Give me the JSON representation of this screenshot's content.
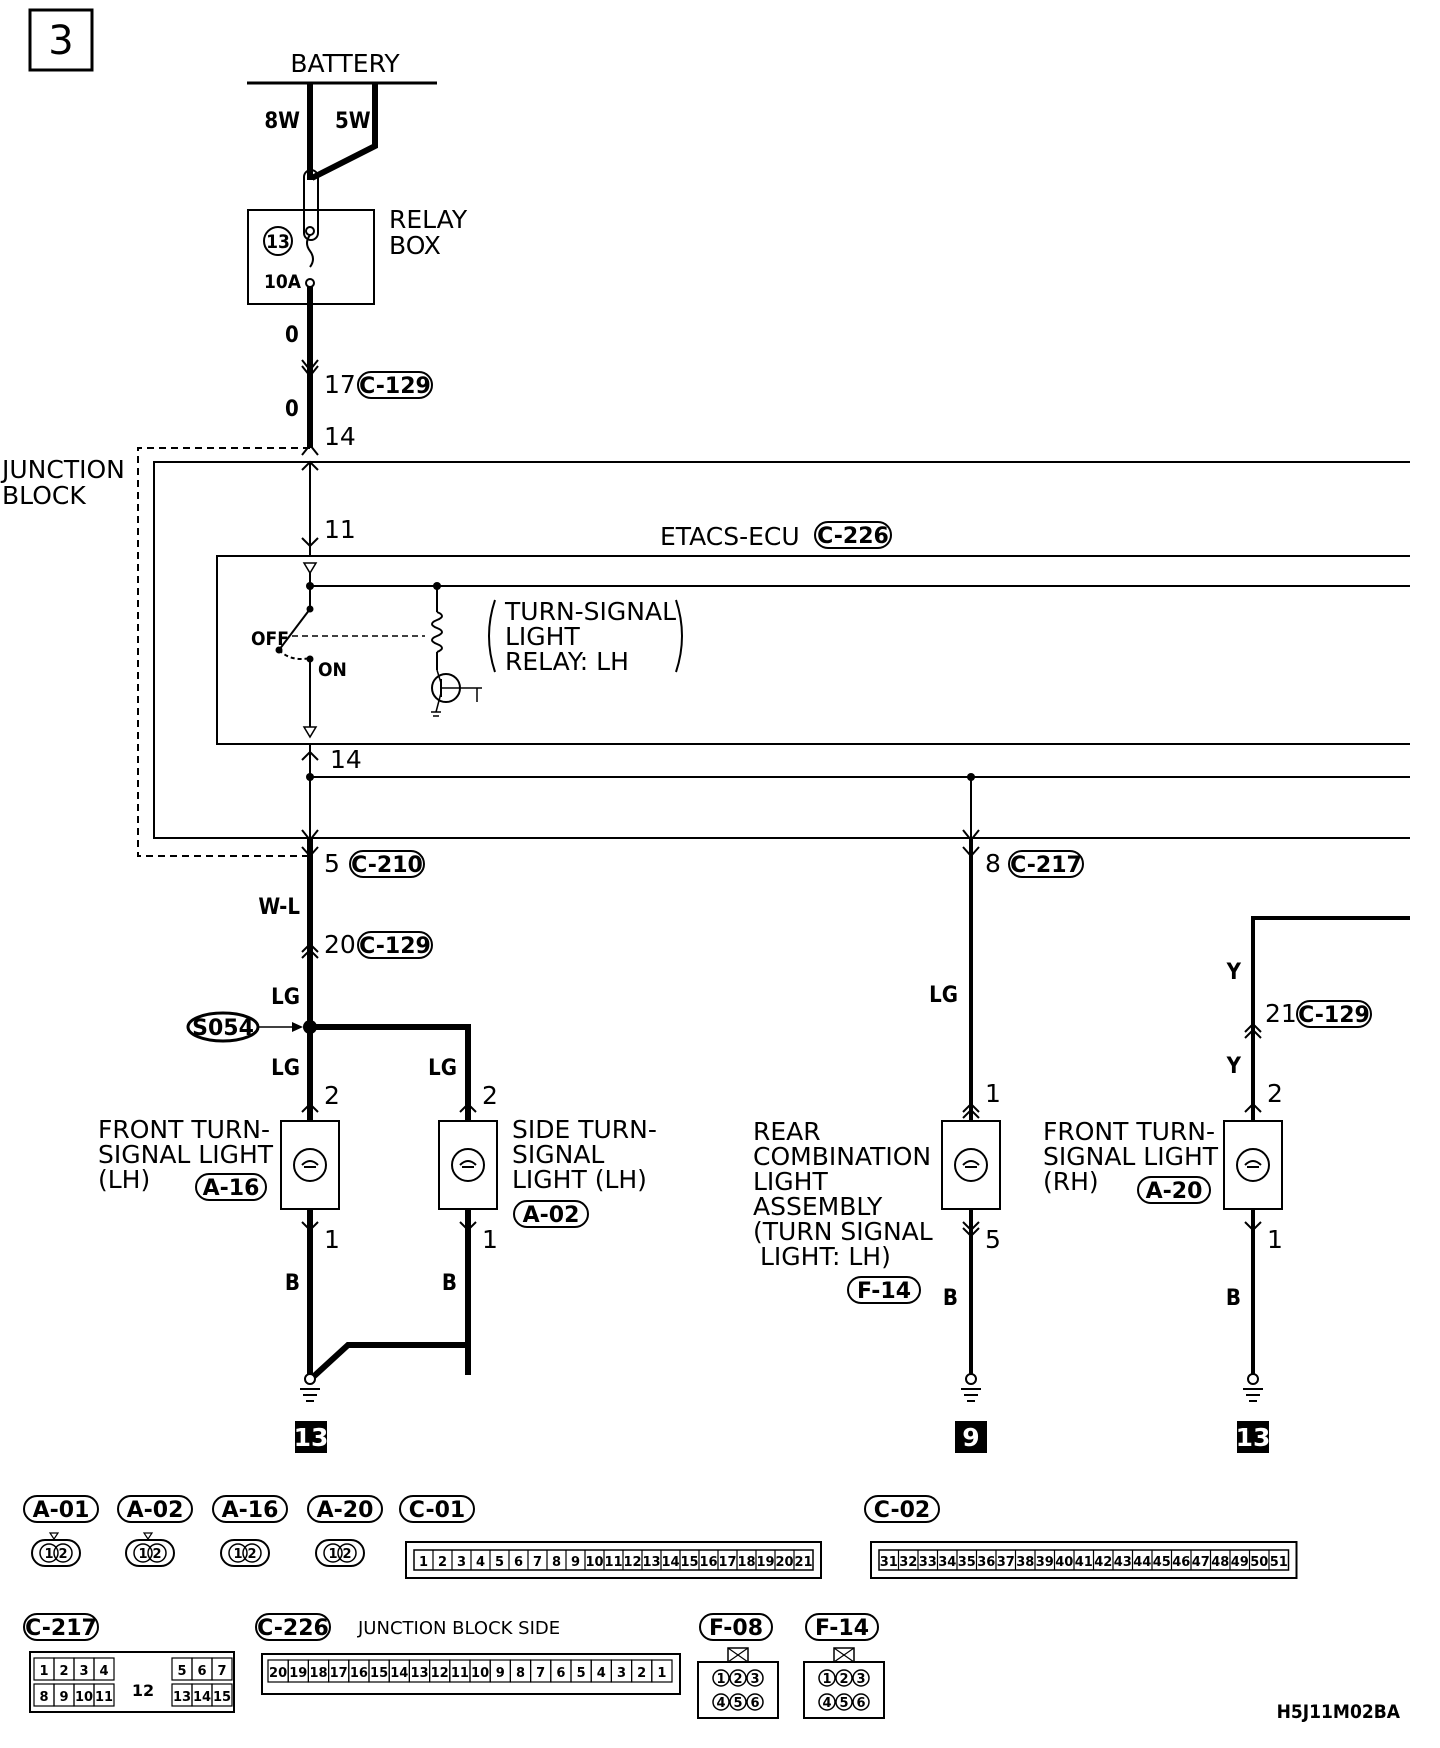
{
  "page_number": "3",
  "battery": {
    "label": "BATTERY",
    "wire_left": "8W",
    "wire_right": "5W"
  },
  "relay_box": {
    "label_line1": "RELAY",
    "label_line2": "BOX",
    "fuse_number": "13",
    "fuse_rating": "10A"
  },
  "main_feed": {
    "wire_color_a": "0",
    "pin_17": "17",
    "conn_c129": "C-129",
    "wire_color_b": "0",
    "pin_14": "14"
  },
  "junction_block": {
    "label_line1": "JUNCTION",
    "label_line2": "BLOCK",
    "pin_11": "11",
    "pin_14": "14"
  },
  "etacs_ecu": {
    "label": "ETACS-ECU",
    "connector": "C-226",
    "switch_off": "OFF",
    "switch_on": "ON",
    "relay_line1": "TURN-SIGNAL",
    "relay_line2": "LIGHT",
    "relay_line3": "RELAY: LH"
  },
  "left_branch": {
    "pin_5": "5",
    "conn_c210": "C-210",
    "wire_wl": "W-L",
    "pin_20": "20",
    "conn_c129": "C-129",
    "wire_lg_top": "LG",
    "splice": "S054",
    "wire_lg_left": "LG",
    "wire_lg_right": "LG",
    "front_pin2": "2",
    "side_pin2": "2",
    "front_pin1": "1",
    "side_pin1": "1",
    "wire_b_left": "B",
    "wire_b_right": "B",
    "ground_ref": "13",
    "front_label_1": "FRONT TURN-",
    "front_label_2": "SIGNAL LIGHT",
    "front_label_3": "(LH)",
    "front_conn": "A-16",
    "side_label_1": "SIDE TURN-",
    "side_label_2": "SIGNAL",
    "side_label_3": "LIGHT (LH)",
    "side_conn": "A-02"
  },
  "rear_branch": {
    "pin_8": "8",
    "conn_c217": "C-217",
    "wire_lg": "LG",
    "pin_1": "1",
    "pin_5": "5",
    "wire_b": "B",
    "ground_ref": "9",
    "label_1": "REAR",
    "label_2": "COMBINATION",
    "label_3": "LIGHT",
    "label_4": "ASSEMBLY",
    "label_5": "(TURN SIGNAL",
    "label_6": "LIGHT: LH)",
    "conn": "F-14"
  },
  "right_branch": {
    "wire_y_top": "Y",
    "pin_21": "21",
    "conn_c129": "C-129",
    "wire_y": "Y",
    "pin_2": "2",
    "pin_1": "1",
    "wire_b": "B",
    "ground_ref": "13",
    "label_1": "FRONT TURN-",
    "label_2": "SIGNAL LIGHT",
    "label_3": "(RH)",
    "conn": "A-20"
  },
  "connectors_row1": {
    "small": [
      {
        "tag": "A-01",
        "p1": "1",
        "p2": "2"
      },
      {
        "tag": "A-02",
        "p1": "1",
        "p2": "2"
      },
      {
        "tag": "A-16",
        "p1": "1",
        "p2": "2"
      },
      {
        "tag": "A-20",
        "p1": "1",
        "p2": "2"
      }
    ],
    "c01_tag": "C-01",
    "c01_pins": [
      "1",
      "2",
      "3",
      "4",
      "5",
      "6",
      "7",
      "8",
      "9",
      "10",
      "11",
      "12",
      "13",
      "14",
      "15",
      "16",
      "17",
      "18",
      "19",
      "20",
      "21"
    ],
    "c02_tag": "C-02",
    "c02_pins": [
      "31",
      "32",
      "33",
      "34",
      "35",
      "36",
      "37",
      "38",
      "39",
      "40",
      "41",
      "42",
      "43",
      "44",
      "45",
      "46",
      "47",
      "48",
      "49",
      "50",
      "51"
    ]
  },
  "connectors_row2": {
    "c217_tag": "C-217",
    "c217_top_left": [
      "1",
      "2",
      "3",
      "4"
    ],
    "c217_top_right": [
      "5",
      "6",
      "7"
    ],
    "c217_bot_left": [
      "8",
      "9",
      "10",
      "11"
    ],
    "c217_bot_right": [
      "13",
      "14",
      "15"
    ],
    "c217_center": "12",
    "c226_tag": "C-226",
    "c226_note": "JUNCTION BLOCK SIDE",
    "c226_pins": [
      "20",
      "19",
      "18",
      "17",
      "16",
      "15",
      "14",
      "13",
      "12",
      "11",
      "10",
      "9",
      "8",
      "7",
      "6",
      "5",
      "4",
      "3",
      "2",
      "1"
    ],
    "f08_tag": "F-08",
    "f14_tag": "F-14",
    "f_top": [
      "1",
      "2",
      "3"
    ],
    "f_bot": [
      "4",
      "5",
      "6"
    ]
  },
  "diagram_code": "H5J11M02BA"
}
